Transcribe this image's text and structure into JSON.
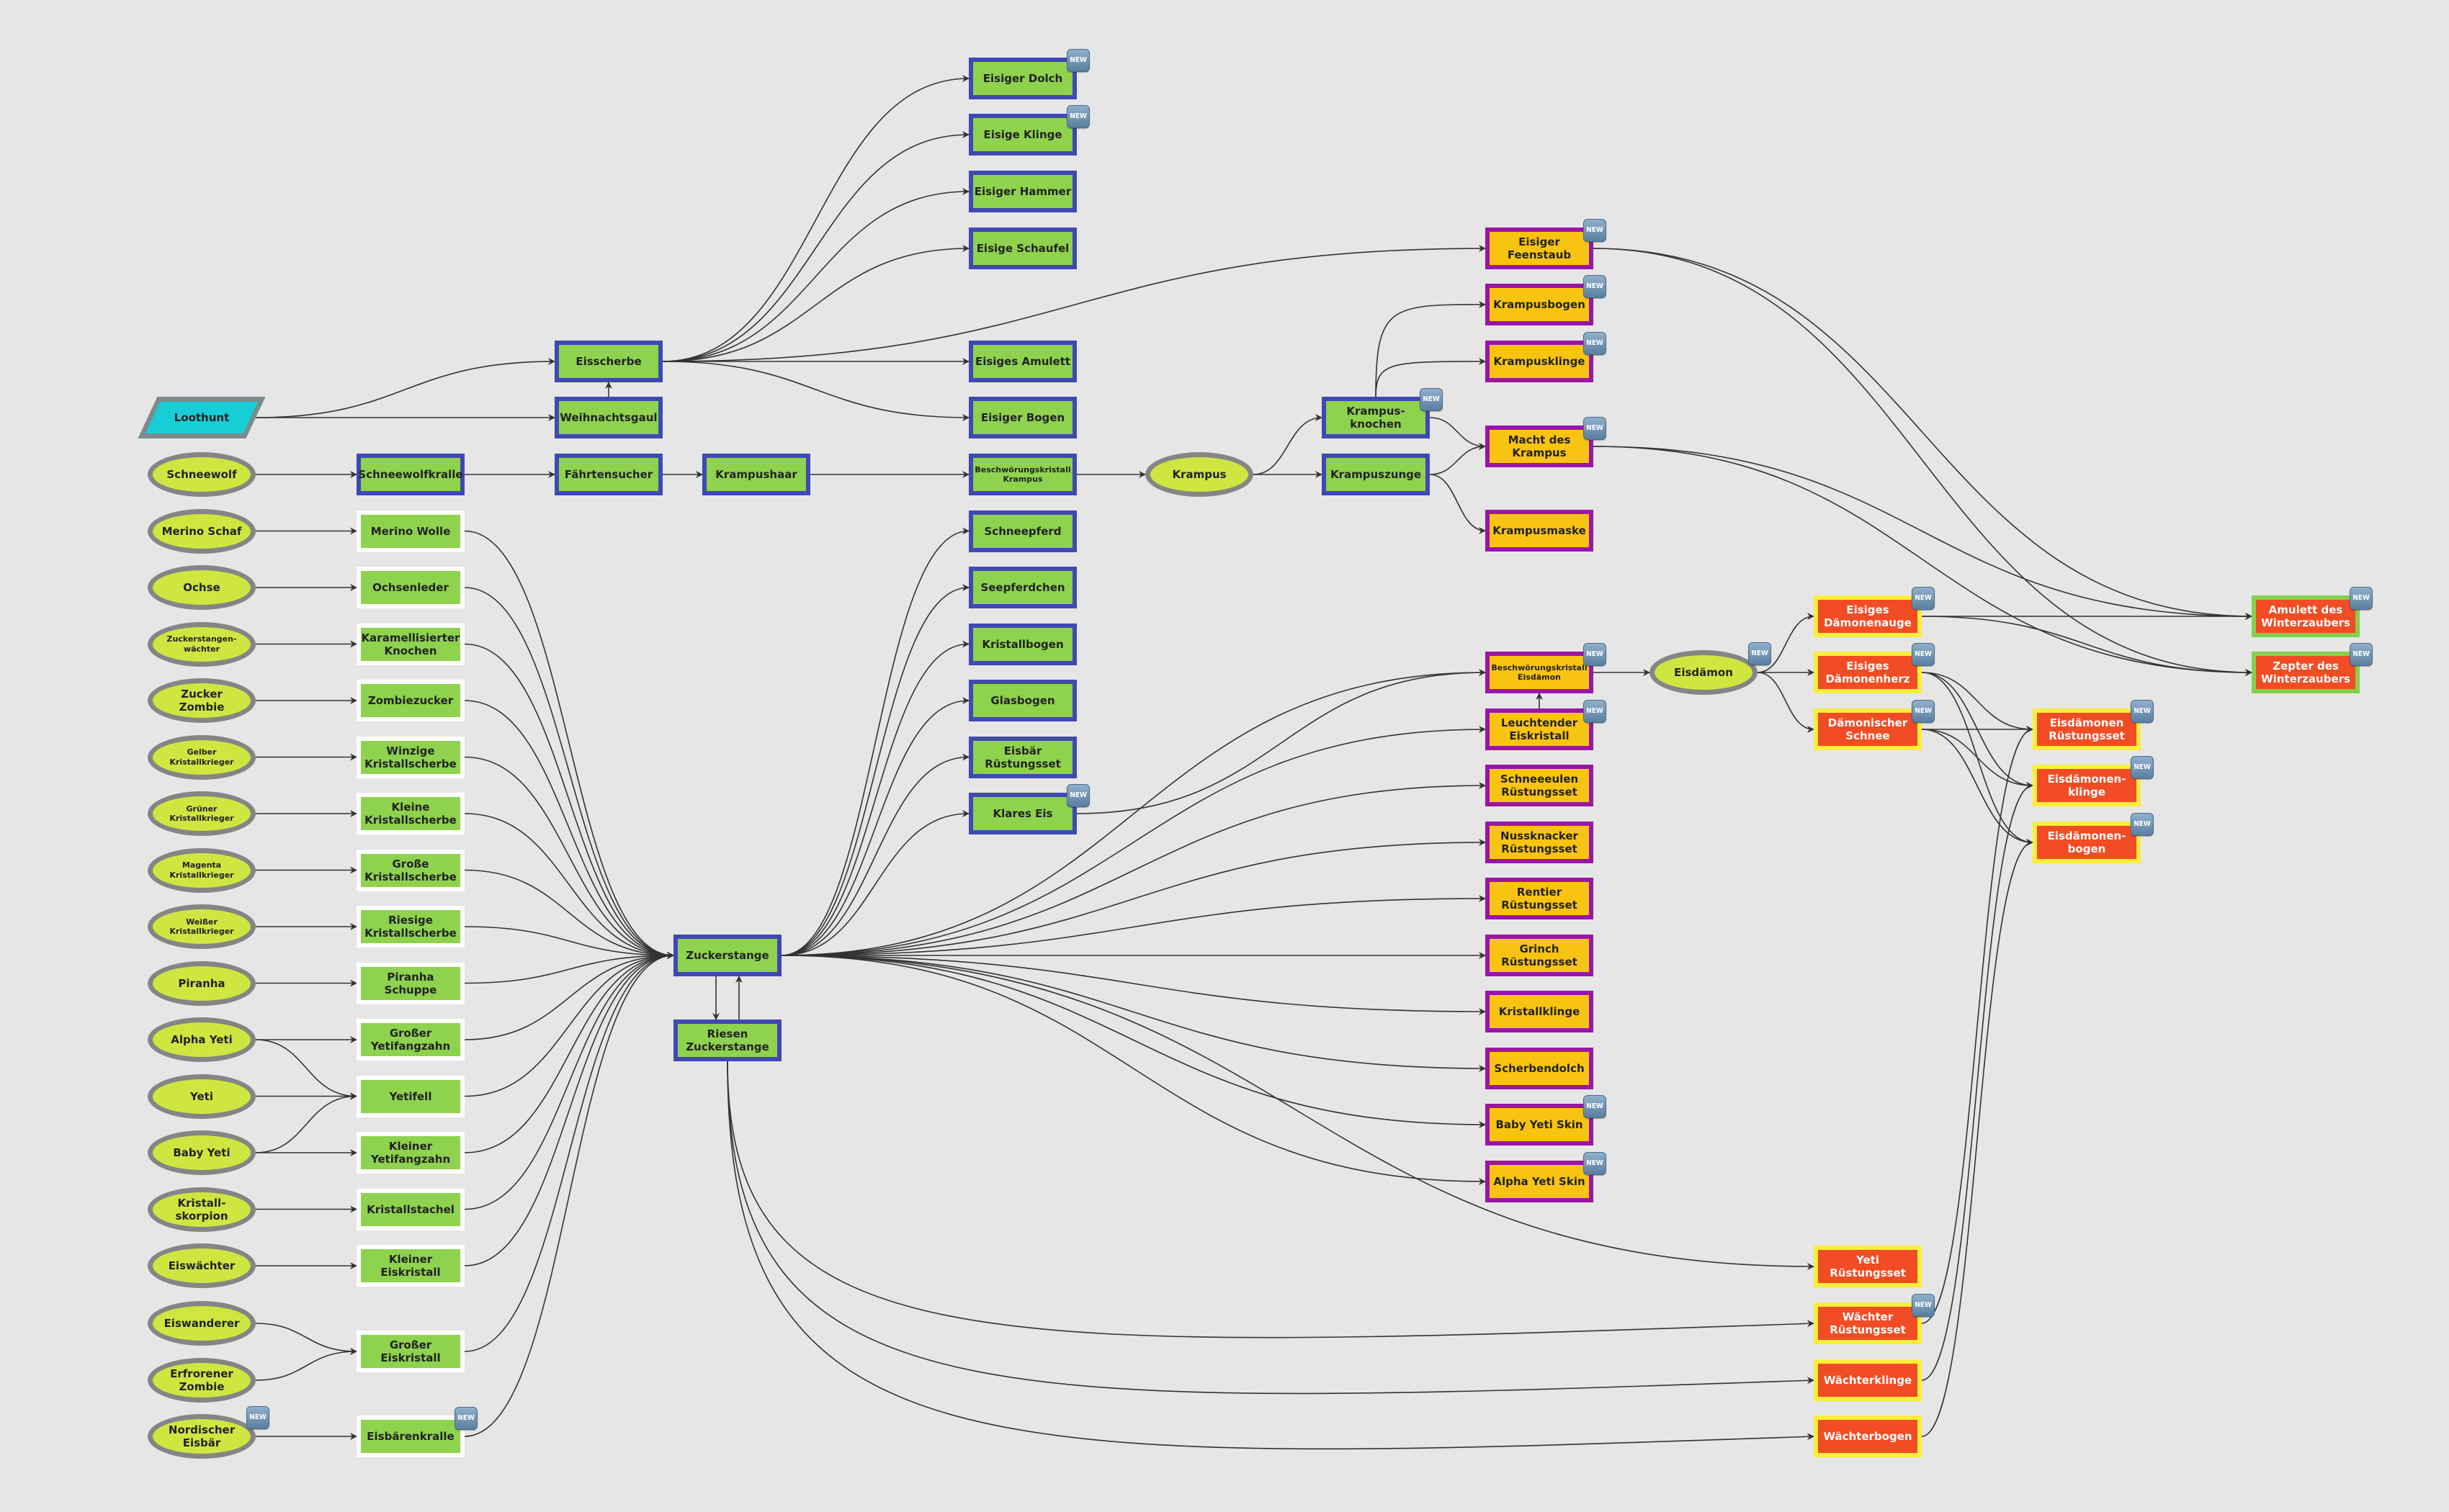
{
  "diagram": {
    "title": "Winter crafting tree",
    "badge_label": "NEW",
    "colors": {
      "background": "#e6e6e6",
      "source_fill": "#cfe640",
      "material_fill": "#8ed24e",
      "material_border": "#3f48b3",
      "drop_border": "#ffffff",
      "product_fill": "#f9c411",
      "product_border": "#9a15a6",
      "demon_fill": "#f24c24",
      "demon_border": "#fcee3a",
      "final_border": "#86d04a",
      "start_fill": "#17cdd6",
      "edge": "#333333"
    },
    "nodes": [
      {
        "id": "loothunt",
        "label": "Loothunt",
        "kind": "start",
        "new": false
      },
      {
        "id": "schneewolf",
        "label": "Schneewolf",
        "kind": "source",
        "new": false
      },
      {
        "id": "merinoschaf",
        "label": "Merino Schaf",
        "kind": "source",
        "new": false
      },
      {
        "id": "ochse",
        "label": "Ochse",
        "kind": "source",
        "new": false
      },
      {
        "id": "zsw",
        "label": "Zuckerstangen-\nwächter",
        "kind": "source",
        "small": true,
        "new": false
      },
      {
        "id": "zuckerzombie",
        "label": "Zucker\nZombie",
        "kind": "source",
        "new": false
      },
      {
        "id": "gelber",
        "label": "Gelber\nKristallkrieger",
        "kind": "source",
        "small": true,
        "new": false
      },
      {
        "id": "gruener",
        "label": "Grüner\nKristallkrieger",
        "kind": "source",
        "small": true,
        "new": false
      },
      {
        "id": "magenta",
        "label": "Magenta\nKristallkrieger",
        "kind": "source",
        "small": true,
        "new": false
      },
      {
        "id": "weisser",
        "label": "Weißer\nKristallkrieger",
        "kind": "source",
        "small": true,
        "new": false
      },
      {
        "id": "piranha",
        "label": "Piranha",
        "kind": "source",
        "new": false
      },
      {
        "id": "alphayeti",
        "label": "Alpha Yeti",
        "kind": "source",
        "new": false
      },
      {
        "id": "yeti",
        "label": "Yeti",
        "kind": "source",
        "new": false
      },
      {
        "id": "babyyeti",
        "label": "Baby Yeti",
        "kind": "source",
        "new": false
      },
      {
        "id": "kskorpion",
        "label": "Kristall-\nskorpion",
        "kind": "source",
        "new": false
      },
      {
        "id": "eiswaechter",
        "label": "Eiswächter",
        "kind": "source",
        "new": false
      },
      {
        "id": "eiswanderer",
        "label": "Eiswanderer",
        "kind": "source",
        "new": false
      },
      {
        "id": "erfzombie",
        "label": "Erfrorener\nZombie",
        "kind": "source",
        "new": false
      },
      {
        "id": "nordeisbaer",
        "label": "Nordischer\nEisbär",
        "kind": "source",
        "new": true
      },
      {
        "id": "schneewolfkralle",
        "label": "Schneewolfkralle",
        "kind": "material",
        "new": false
      },
      {
        "id": "merinowolle",
        "label": "Merino Wolle",
        "kind": "drop",
        "new": false
      },
      {
        "id": "ochsenleder",
        "label": "Ochsenleder",
        "kind": "drop",
        "new": false
      },
      {
        "id": "karamknochen",
        "label": "Karamellisierter\nKnochen",
        "kind": "drop",
        "new": false
      },
      {
        "id": "zombiezucker",
        "label": "Zombiezucker",
        "kind": "drop",
        "new": false
      },
      {
        "id": "winzige",
        "label": "Winzige\nKristallscherbe",
        "kind": "drop",
        "new": false
      },
      {
        "id": "kleine",
        "label": "Kleine\nKristallscherbe",
        "kind": "drop",
        "new": false
      },
      {
        "id": "grosse",
        "label": "Große\nKristallscherbe",
        "kind": "drop",
        "new": false
      },
      {
        "id": "riesige",
        "label": "Riesige\nKristallscherbe",
        "kind": "drop",
        "new": false
      },
      {
        "id": "piranhaschuppe",
        "label": "Piranha Schuppe",
        "kind": "drop",
        "new": false
      },
      {
        "id": "grosseryfz",
        "label": "Großer\nYetifangzahn",
        "kind": "drop",
        "new": false
      },
      {
        "id": "yetifell",
        "label": "Yetifell",
        "kind": "drop",
        "new": false
      },
      {
        "id": "kleineryfz",
        "label": "Kleiner\nYetifangzahn",
        "kind": "drop",
        "new": false
      },
      {
        "id": "kristallstachel",
        "label": "Kristallstachel",
        "kind": "drop",
        "new": false
      },
      {
        "id": "kleinereisk",
        "label": "Kleiner\nEiskristall",
        "kind": "drop",
        "new": false
      },
      {
        "id": "grossereisk",
        "label": "Großer\nEiskristall",
        "kind": "drop",
        "new": false
      },
      {
        "id": "eisbaerenkralle",
        "label": "Eisbärenkralle",
        "kind": "drop",
        "new": true
      },
      {
        "id": "eisscherbe",
        "label": "Eisscherbe",
        "kind": "material",
        "new": false
      },
      {
        "id": "weihnachtsgaul",
        "label": "Weihnachtsgaul",
        "kind": "material",
        "new": false
      },
      {
        "id": "faehrtensucher",
        "label": "Fährtensucher",
        "kind": "material",
        "new": false
      },
      {
        "id": "krampushaar",
        "label": "Krampushaar",
        "kind": "material",
        "new": false
      },
      {
        "id": "zuckerstange",
        "label": "Zuckerstange",
        "kind": "material",
        "new": false
      },
      {
        "id": "riesenzs",
        "label": "Riesen\nZuckerstange",
        "kind": "material",
        "new": false
      },
      {
        "id": "eisigerdolch",
        "label": "Eisiger Dolch",
        "kind": "material",
        "new": true
      },
      {
        "id": "eisigeklinge",
        "label": "Eisige Klinge",
        "kind": "material",
        "new": true
      },
      {
        "id": "eisigerhammer",
        "label": "Eisiger Hammer",
        "kind": "material",
        "new": false
      },
      {
        "id": "eisigeschaufel",
        "label": "Eisige Schaufel",
        "kind": "material",
        "new": false
      },
      {
        "id": "eisigesamulett",
        "label": "Eisiges Amulett",
        "kind": "material",
        "new": false
      },
      {
        "id": "eisigerbogen",
        "label": "Eisiger Bogen",
        "kind": "material",
        "new": false
      },
      {
        "id": "bkkrampus",
        "label": "Beschwörungskristall\nKrampus",
        "kind": "material",
        "small": true,
        "new": false
      },
      {
        "id": "schneepferd",
        "label": "Schneepferd",
        "kind": "material",
        "new": false
      },
      {
        "id": "seepferdchen",
        "label": "Seepferdchen",
        "kind": "material",
        "new": false
      },
      {
        "id": "kristallbogen",
        "label": "Kristallbogen",
        "kind": "material",
        "new": false
      },
      {
        "id": "glasbogen",
        "label": "Glasbogen",
        "kind": "material",
        "new": false
      },
      {
        "id": "eisbaerrs",
        "label": "Eisbär\nRüstungsset",
        "kind": "material",
        "new": false
      },
      {
        "id": "klareseis",
        "label": "Klares Eis",
        "kind": "material",
        "new": true
      },
      {
        "id": "krampus",
        "label": "Krampus",
        "kind": "source",
        "new": false
      },
      {
        "id": "krampusknochen",
        "label": "Krampus-\nknochen",
        "kind": "material",
        "new": true
      },
      {
        "id": "krampuszunge",
        "label": "Krampuszunge",
        "kind": "material",
        "new": false
      },
      {
        "id": "feenstaub",
        "label": "Eisiger\nFeenstaub",
        "kind": "product",
        "new": true
      },
      {
        "id": "krampusbogen",
        "label": "Krampusbogen",
        "kind": "product",
        "new": true
      },
      {
        "id": "krampusklinge",
        "label": "Krampusklinge",
        "kind": "product",
        "new": true
      },
      {
        "id": "machtkrampus",
        "label": "Macht des\nKrampus",
        "kind": "product",
        "new": true
      },
      {
        "id": "krampusmaske",
        "label": "Krampusmaske",
        "kind": "product",
        "new": false
      },
      {
        "id": "bkeisdaemon",
        "label": "Beschwörungskristall\nEisdämon",
        "kind": "product",
        "small": true,
        "new": true
      },
      {
        "id": "leuchteisk",
        "label": "Leuchtender\nEiskristall",
        "kind": "product",
        "new": true
      },
      {
        "id": "schneeeulenrs",
        "label": "Schneeeulen\nRüstungsset",
        "kind": "product",
        "new": false
      },
      {
        "id": "nussknackerrs",
        "label": "Nussknacker\nRüstungsset",
        "kind": "product",
        "new": false
      },
      {
        "id": "rentierrs",
        "label": "Rentier\nRüstungsset",
        "kind": "product",
        "new": false
      },
      {
        "id": "grinchrs",
        "label": "Grinch\nRüstungsset",
        "kind": "product",
        "new": false
      },
      {
        "id": "kristallklinge",
        "label": "Kristallklinge",
        "kind": "product",
        "new": false
      },
      {
        "id": "scherbendolch",
        "label": "Scherbendolch",
        "kind": "product",
        "new": false
      },
      {
        "id": "babyyetiskin",
        "label": "Baby Yeti Skin",
        "kind": "product",
        "new": true
      },
      {
        "id": "alphayetiskin",
        "label": "Alpha Yeti Skin",
        "kind": "product",
        "new": true
      },
      {
        "id": "eisdaemon",
        "label": "Eisdämon",
        "kind": "source",
        "new": true
      },
      {
        "id": "daemonenauge",
        "label": "Eisiges\nDämonenauge",
        "kind": "demon",
        "new": true
      },
      {
        "id": "daemonenherz",
        "label": "Eisiges\nDämonenherz",
        "kind": "demon",
        "new": true
      },
      {
        "id": "daemschnee",
        "label": "Dämonischer\nSchnee",
        "kind": "demon",
        "new": true
      },
      {
        "id": "yetirs",
        "label": "Yeti\nRüstungsset",
        "kind": "demon",
        "new": false
      },
      {
        "id": "waechterrs",
        "label": "Wächter\nRüstungsset",
        "kind": "demon",
        "new": true
      },
      {
        "id": "waechterklinge",
        "label": "Wächterklinge",
        "kind": "demon",
        "new": false
      },
      {
        "id": "waechterbogen",
        "label": "Wächterbogen",
        "kind": "demon",
        "new": false
      },
      {
        "id": "edrs",
        "label": "Eisdämonen\nRüstungsset",
        "kind": "demon",
        "new": true
      },
      {
        "id": "edklinge",
        "label": "Eisdämonen-\nklinge",
        "kind": "demon",
        "new": true
      },
      {
        "id": "edbogen",
        "label": "Eisdämonen-\nbogen",
        "kind": "demon",
        "new": true
      },
      {
        "id": "amulettwz",
        "label": "Amulett des\nWinterzaubers",
        "kind": "final",
        "new": true
      },
      {
        "id": "zepterwz",
        "label": "Zepter des\nWinterzaubers",
        "kind": "final",
        "new": true
      }
    ],
    "edges": [
      [
        "loothunt",
        "eisscherbe"
      ],
      [
        "loothunt",
        "weihnachtsgaul"
      ],
      [
        "weihnachtsgaul",
        "eisscherbe"
      ],
      [
        "schneewolf",
        "schneewolfkralle"
      ],
      [
        "schneewolfkralle",
        "faehrtensucher"
      ],
      [
        "faehrtensucher",
        "krampushaar"
      ],
      [
        "krampushaar",
        "bkkrampus"
      ],
      [
        "bkkrampus",
        "krampus"
      ],
      [
        "eisscherbe",
        "eisigerdolch"
      ],
      [
        "eisscherbe",
        "eisigeklinge"
      ],
      [
        "eisscherbe",
        "eisigerhammer"
      ],
      [
        "eisscherbe",
        "eisigeschaufel"
      ],
      [
        "eisscherbe",
        "eisigesamulett"
      ],
      [
        "eisscherbe",
        "eisigerbogen"
      ],
      [
        "eisscherbe",
        "feenstaub"
      ],
      [
        "krampus",
        "krampusknochen"
      ],
      [
        "krampus",
        "krampuszunge"
      ],
      [
        "krampusknochen",
        "krampusbogen"
      ],
      [
        "krampusknochen",
        "krampusklinge"
      ],
      [
        "krampusknochen",
        "machtkrampus"
      ],
      [
        "krampuszunge",
        "machtkrampus"
      ],
      [
        "krampuszunge",
        "krampusmaske"
      ],
      [
        "merinoschaf",
        "merinowolle"
      ],
      [
        "ochse",
        "ochsenleder"
      ],
      [
        "zsw",
        "karamknochen"
      ],
      [
        "zuckerzombie",
        "zombiezucker"
      ],
      [
        "gelber",
        "winzige"
      ],
      [
        "gruener",
        "kleine"
      ],
      [
        "magenta",
        "grosse"
      ],
      [
        "weisser",
        "riesige"
      ],
      [
        "piranha",
        "piranhaschuppe"
      ],
      [
        "alphayeti",
        "grosseryfz"
      ],
      [
        "alphayeti",
        "yetifell"
      ],
      [
        "yeti",
        "yetifell"
      ],
      [
        "babyyeti",
        "yetifell"
      ],
      [
        "babyyeti",
        "kleineryfz"
      ],
      [
        "kskorpion",
        "kristallstachel"
      ],
      [
        "eiswaechter",
        "kleinereisk"
      ],
      [
        "eiswanderer",
        "grossereisk"
      ],
      [
        "erfzombie",
        "grossereisk"
      ],
      [
        "nordeisbaer",
        "eisbaerenkralle"
      ],
      [
        "merinowolle",
        "zuckerstange"
      ],
      [
        "ochsenleder",
        "zuckerstange"
      ],
      [
        "karamknochen",
        "zuckerstange"
      ],
      [
        "zombiezucker",
        "zuckerstange"
      ],
      [
        "winzige",
        "zuckerstange"
      ],
      [
        "kleine",
        "zuckerstange"
      ],
      [
        "grosse",
        "zuckerstange"
      ],
      [
        "riesige",
        "zuckerstange"
      ],
      [
        "piranhaschuppe",
        "zuckerstange"
      ],
      [
        "grosseryfz",
        "zuckerstange"
      ],
      [
        "yetifell",
        "zuckerstange"
      ],
      [
        "kleineryfz",
        "zuckerstange"
      ],
      [
        "kristallstachel",
        "zuckerstange"
      ],
      [
        "kleinereisk",
        "zuckerstange"
      ],
      [
        "grossereisk",
        "zuckerstange"
      ],
      [
        "eisbaerenkralle",
        "zuckerstange"
      ],
      [
        "zuckerstange",
        "riesenzs"
      ],
      [
        "riesenzs",
        "zuckerstange"
      ],
      [
        "zuckerstange",
        "schneepferd"
      ],
      [
        "zuckerstange",
        "seepferdchen"
      ],
      [
        "zuckerstange",
        "kristallbogen"
      ],
      [
        "zuckerstange",
        "glasbogen"
      ],
      [
        "zuckerstange",
        "eisbaerrs"
      ],
      [
        "zuckerstange",
        "klareseis"
      ],
      [
        "zuckerstange",
        "bkeisdaemon"
      ],
      [
        "zuckerstange",
        "leuchteisk"
      ],
      [
        "zuckerstange",
        "schneeeulenrs"
      ],
      [
        "zuckerstange",
        "nussknackerrs"
      ],
      [
        "zuckerstange",
        "rentierrs"
      ],
      [
        "zuckerstange",
        "grinchrs"
      ],
      [
        "zuckerstange",
        "kristallklinge"
      ],
      [
        "zuckerstange",
        "scherbendolch"
      ],
      [
        "zuckerstange",
        "babyyetiskin"
      ],
      [
        "zuckerstange",
        "alphayetiskin"
      ],
      [
        "zuckerstange",
        "yetirs"
      ],
      [
        "klareseis",
        "bkeisdaemon"
      ],
      [
        "leuchteisk",
        "bkeisdaemon"
      ],
      [
        "bkeisdaemon",
        "eisdaemon"
      ],
      [
        "eisdaemon",
        "daemonenauge"
      ],
      [
        "eisdaemon",
        "daemonenherz"
      ],
      [
        "eisdaemon",
        "daemschnee"
      ],
      [
        "riesenzs",
        "waechterrs"
      ],
      [
        "riesenzs",
        "waechterklinge"
      ],
      [
        "riesenzs",
        "waechterbogen"
      ],
      [
        "daemonenherz",
        "edrs"
      ],
      [
        "daemonenherz",
        "edklinge"
      ],
      [
        "daemonenherz",
        "edbogen"
      ],
      [
        "daemschnee",
        "edrs"
      ],
      [
        "daemschnee",
        "edklinge"
      ],
      [
        "daemschnee",
        "edbogen"
      ],
      [
        "waechterrs",
        "edrs"
      ],
      [
        "waechterklinge",
        "edklinge"
      ],
      [
        "waechterbogen",
        "edbogen"
      ],
      [
        "feenstaub",
        "amulettwz"
      ],
      [
        "feenstaub",
        "zepterwz"
      ],
      [
        "machtkrampus",
        "amulettwz"
      ],
      [
        "machtkrampus",
        "zepterwz"
      ],
      [
        "daemonenauge",
        "amulettwz"
      ],
      [
        "daemonenauge",
        "zepterwz"
      ]
    ]
  }
}
